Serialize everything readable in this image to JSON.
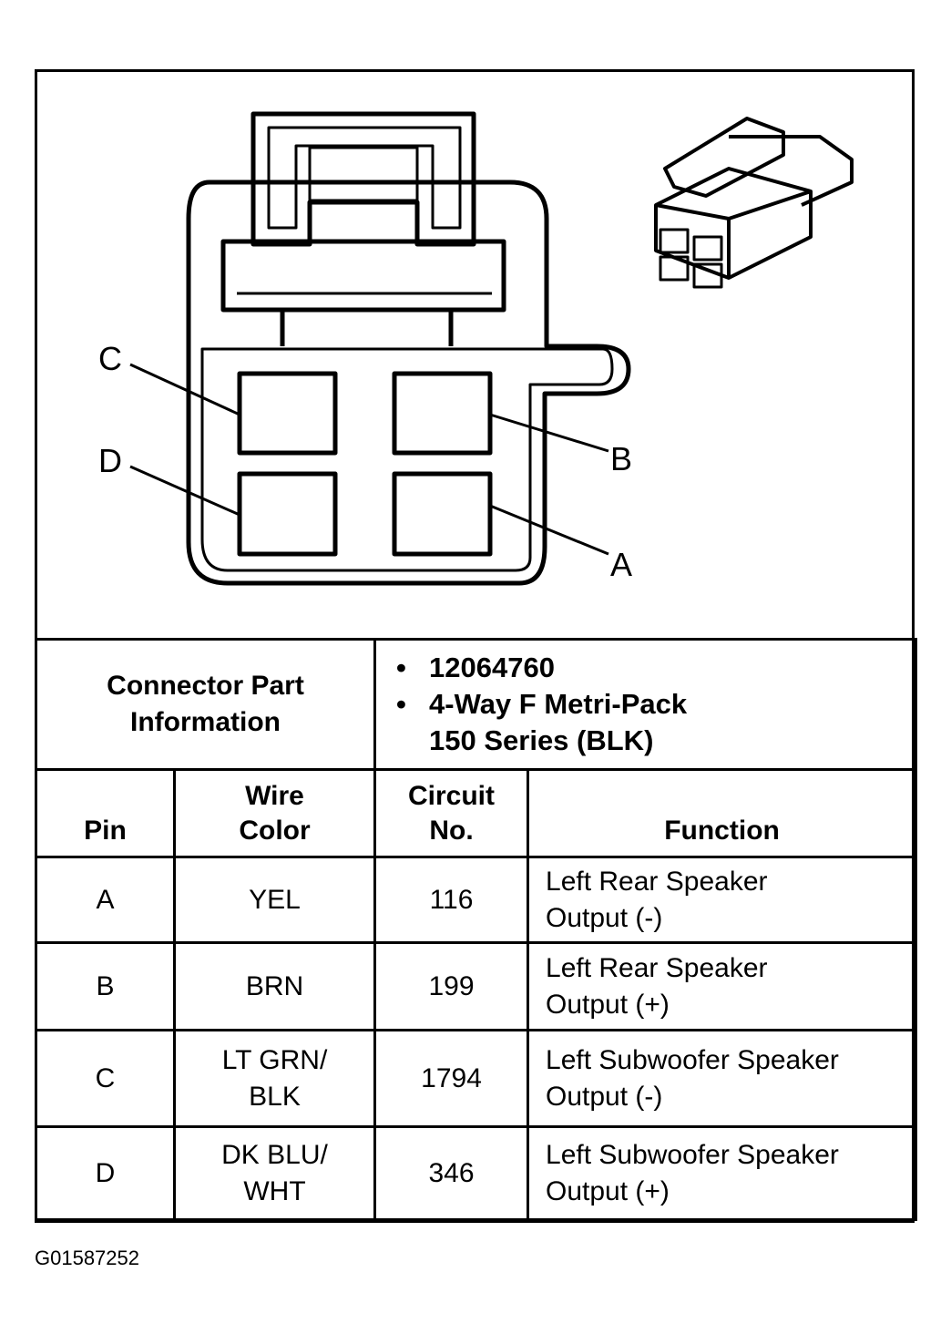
{
  "pins": {
    "a": "A",
    "b": "B",
    "c": "C",
    "d": "D"
  },
  "connector": {
    "label_line1": "Connector Part",
    "label_line2": "Information",
    "part_number": "12064760",
    "desc_line1": "4-Way F Metri-Pack",
    "desc_line2": "150 Series (BLK)"
  },
  "table": {
    "headers": {
      "pin": "Pin",
      "wire_line1": "Wire",
      "wire_line2": "Color",
      "circuit_line1": "Circuit",
      "circuit_line2": "No.",
      "function": "Function"
    },
    "rows": [
      {
        "pin": "A",
        "wire1": "YEL",
        "wire2": "",
        "circuit": "116",
        "func1": "Left Rear Speaker",
        "func2": "Output (-)"
      },
      {
        "pin": "B",
        "wire1": "BRN",
        "wire2": "",
        "circuit": "199",
        "func1": "Left Rear Speaker",
        "func2": "Output (+)"
      },
      {
        "pin": "C",
        "wire1": "LT GRN/",
        "wire2": "BLK",
        "circuit": "1794",
        "func1": "Left Subwoofer Speaker",
        "func2": "Output (-)"
      },
      {
        "pin": "D",
        "wire1": "DK BLU/",
        "wire2": "WHT",
        "circuit": "346",
        "func1": "Left Subwoofer Speaker",
        "func2": "Output (+)"
      }
    ]
  },
  "footer": {
    "code": "G01587252"
  }
}
